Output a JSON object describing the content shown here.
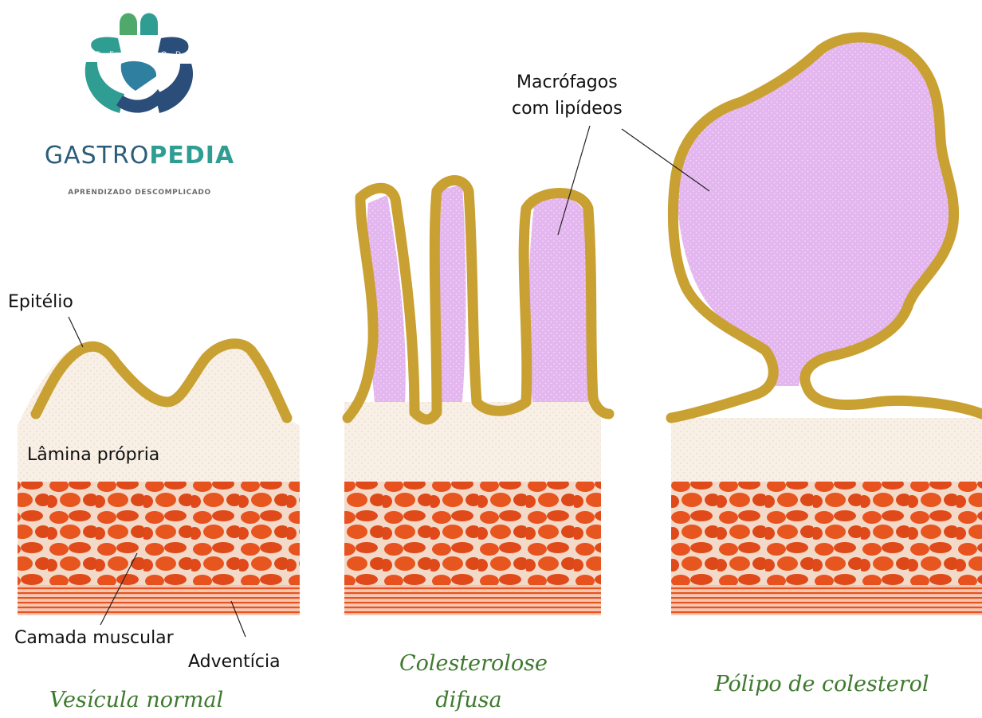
{
  "logo": {
    "brand_part1": "GASTRO",
    "brand_part2": "PEDIA",
    "tagline": "APRENDIZADO DESCOMPLICADO",
    "ring_text": "R E   D I Z   O   D",
    "colors": {
      "teal": "#2f9d92",
      "navy": "#2b4d7a",
      "green": "#4fa96a"
    }
  },
  "labels": {
    "epitelio": "Epitélio",
    "lamina": "Lâmina própria",
    "muscular": "Camada muscular",
    "adventicia": "Adventícia",
    "macrofagos_line1": "Macrófagos",
    "macrofagos_line2": "com lipídeos"
  },
  "captions": {
    "normal": "Vesícula normal",
    "difusa_line1": "Colesterolose",
    "difusa_line2": "difusa",
    "polipo": "Pólipo de colesterol"
  },
  "colors": {
    "epithelium": "#c9a032",
    "lipid": "#e4b6ef",
    "lamina": "#f8f0e6",
    "muscle": "#e8521f",
    "muscle_lines": "#f0b49a",
    "caption": "#3e7a2e"
  }
}
